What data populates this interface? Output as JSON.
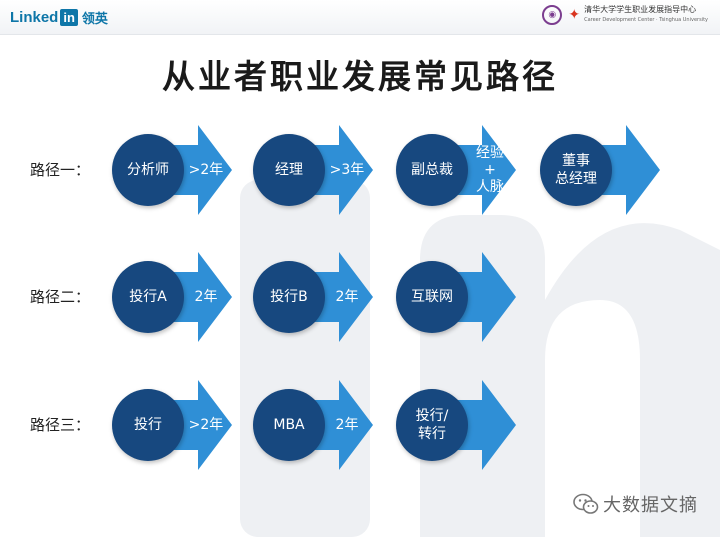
{
  "header": {
    "linkedin_word": "Linked",
    "linkedin_box": "in",
    "linkedin_cn": "领英",
    "university_cn": "清华大学学生职业发展指导中心",
    "university_en": "Career Development Center · Tsinghua University"
  },
  "title": "从业者职业发展常见路径",
  "paths": [
    {
      "label": "路径一：",
      "steps": [
        {
          "circle": [
            "分析师"
          ],
          "arrow": [
            ">2年"
          ]
        },
        {
          "circle": [
            "经理"
          ],
          "arrow": [
            ">3年"
          ]
        },
        {
          "circle": [
            "副总裁"
          ],
          "arrow": [
            "经验",
            "+",
            "人脉"
          ]
        },
        {
          "circle": [
            "董事",
            "总经理"
          ],
          "arrow": []
        }
      ]
    },
    {
      "label": "路径二：",
      "steps": [
        {
          "circle": [
            "投行A"
          ],
          "arrow": [
            "2年"
          ]
        },
        {
          "circle": [
            "投行B"
          ],
          "arrow": [
            "2年"
          ]
        },
        {
          "circle": [
            "互联网"
          ],
          "arrow": []
        }
      ]
    },
    {
      "label": "路径三：",
      "steps": [
        {
          "circle": [
            "投行"
          ],
          "arrow": [
            ">2年"
          ]
        },
        {
          "circle": [
            "MBA"
          ],
          "arrow": [
            "2年"
          ]
        },
        {
          "circle": [
            "投行/",
            "转行"
          ],
          "arrow": []
        }
      ]
    }
  ],
  "colors": {
    "arrow": "#2f8fd6",
    "circle": "#17487f",
    "linkedin": "#0e76a8"
  },
  "brand": "大数据文摘"
}
